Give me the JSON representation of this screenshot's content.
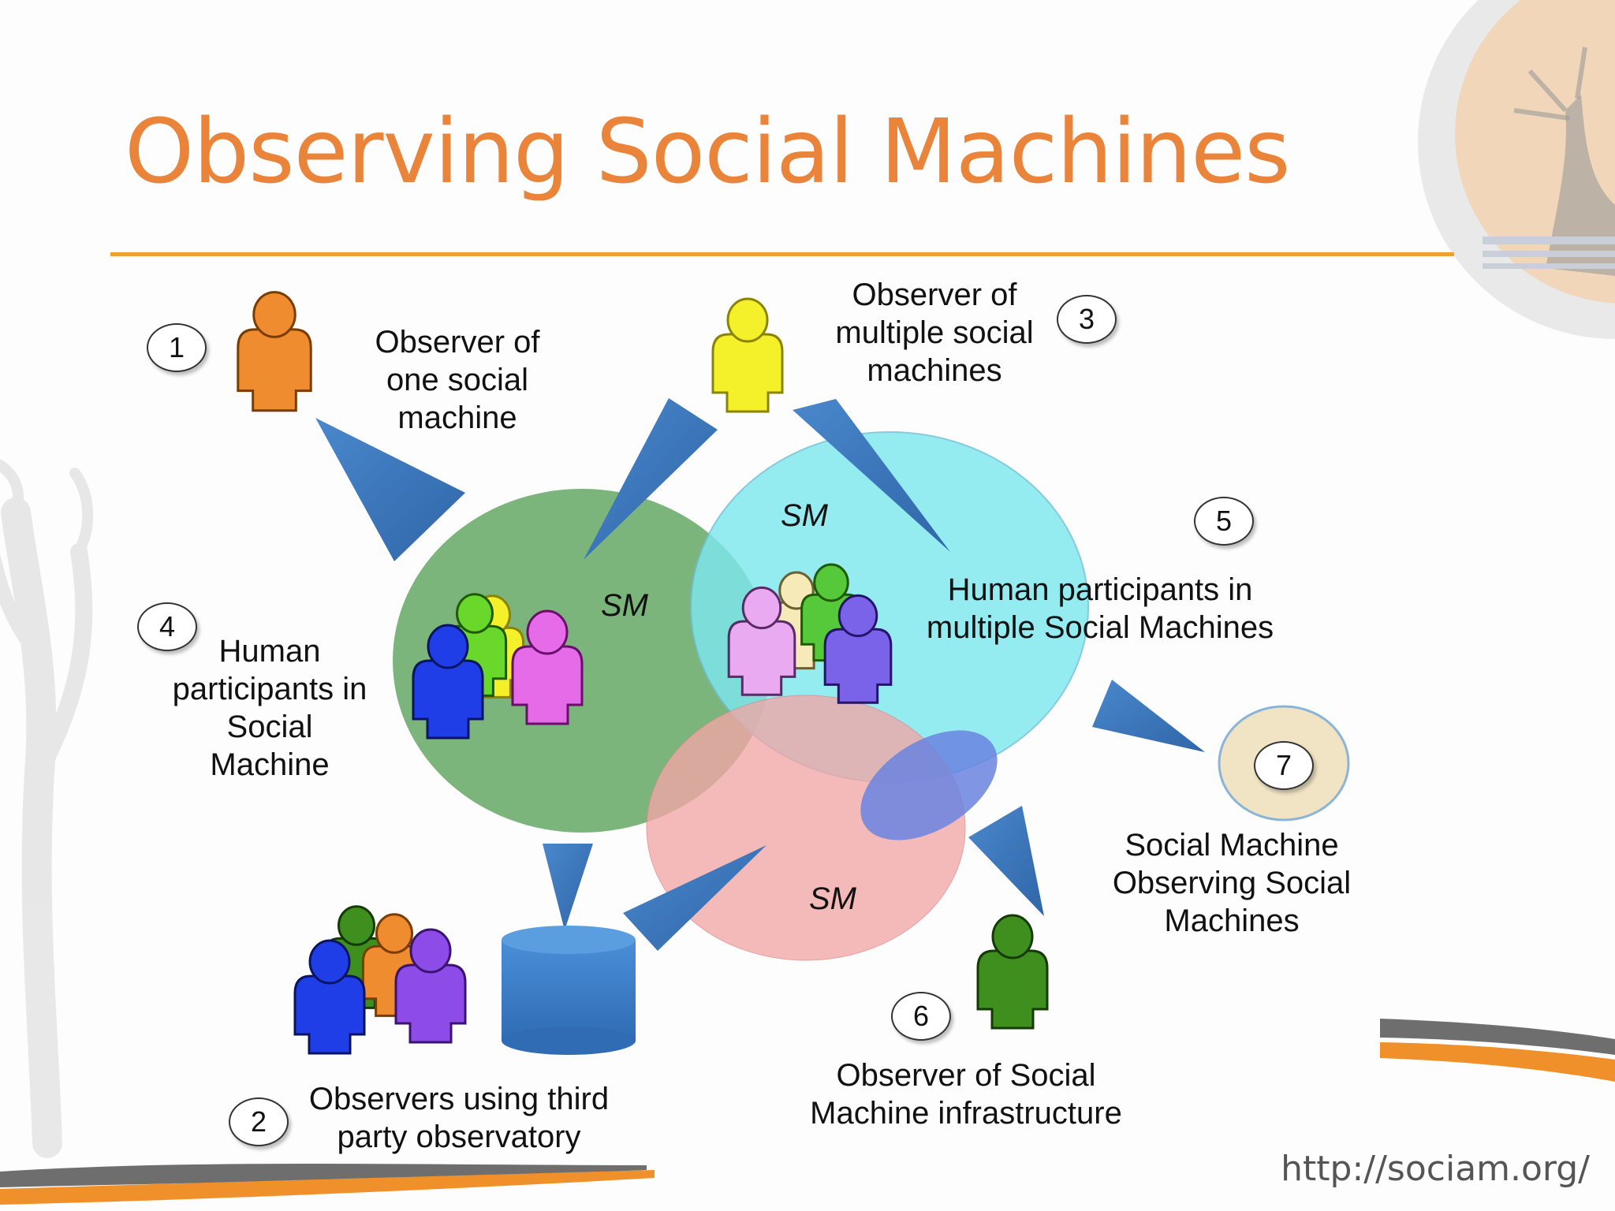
{
  "title": "Observing Social Machines",
  "url": "http://sociam.org/",
  "circle_label": "SM",
  "numbers": [
    "1",
    "2",
    "3",
    "4",
    "5",
    "6",
    "7"
  ],
  "labels": {
    "observer_one": "Observer of\none social\nmachine",
    "observers_third_party": "Observers using third\nparty observatory",
    "observer_multiple": "Observer of\nmultiple social\nmachines",
    "participants_one": "Human\nparticipants in\nSocial\nMachine",
    "participants_multiple": "Human participants in\nmultiple Social Machines",
    "observer_infrastructure": "Observer of Social\nMachine infrastructure",
    "sm_observing": "Social Machine\nObserving Social\nMachines"
  },
  "colors": {
    "title": "#e9843a",
    "rule": "#f0a030",
    "green_circle": "#5fa55f",
    "cyan_circle": "#7ee8ee",
    "pink_circle": "#f2a6a6",
    "arrow": "#3b76b8"
  }
}
